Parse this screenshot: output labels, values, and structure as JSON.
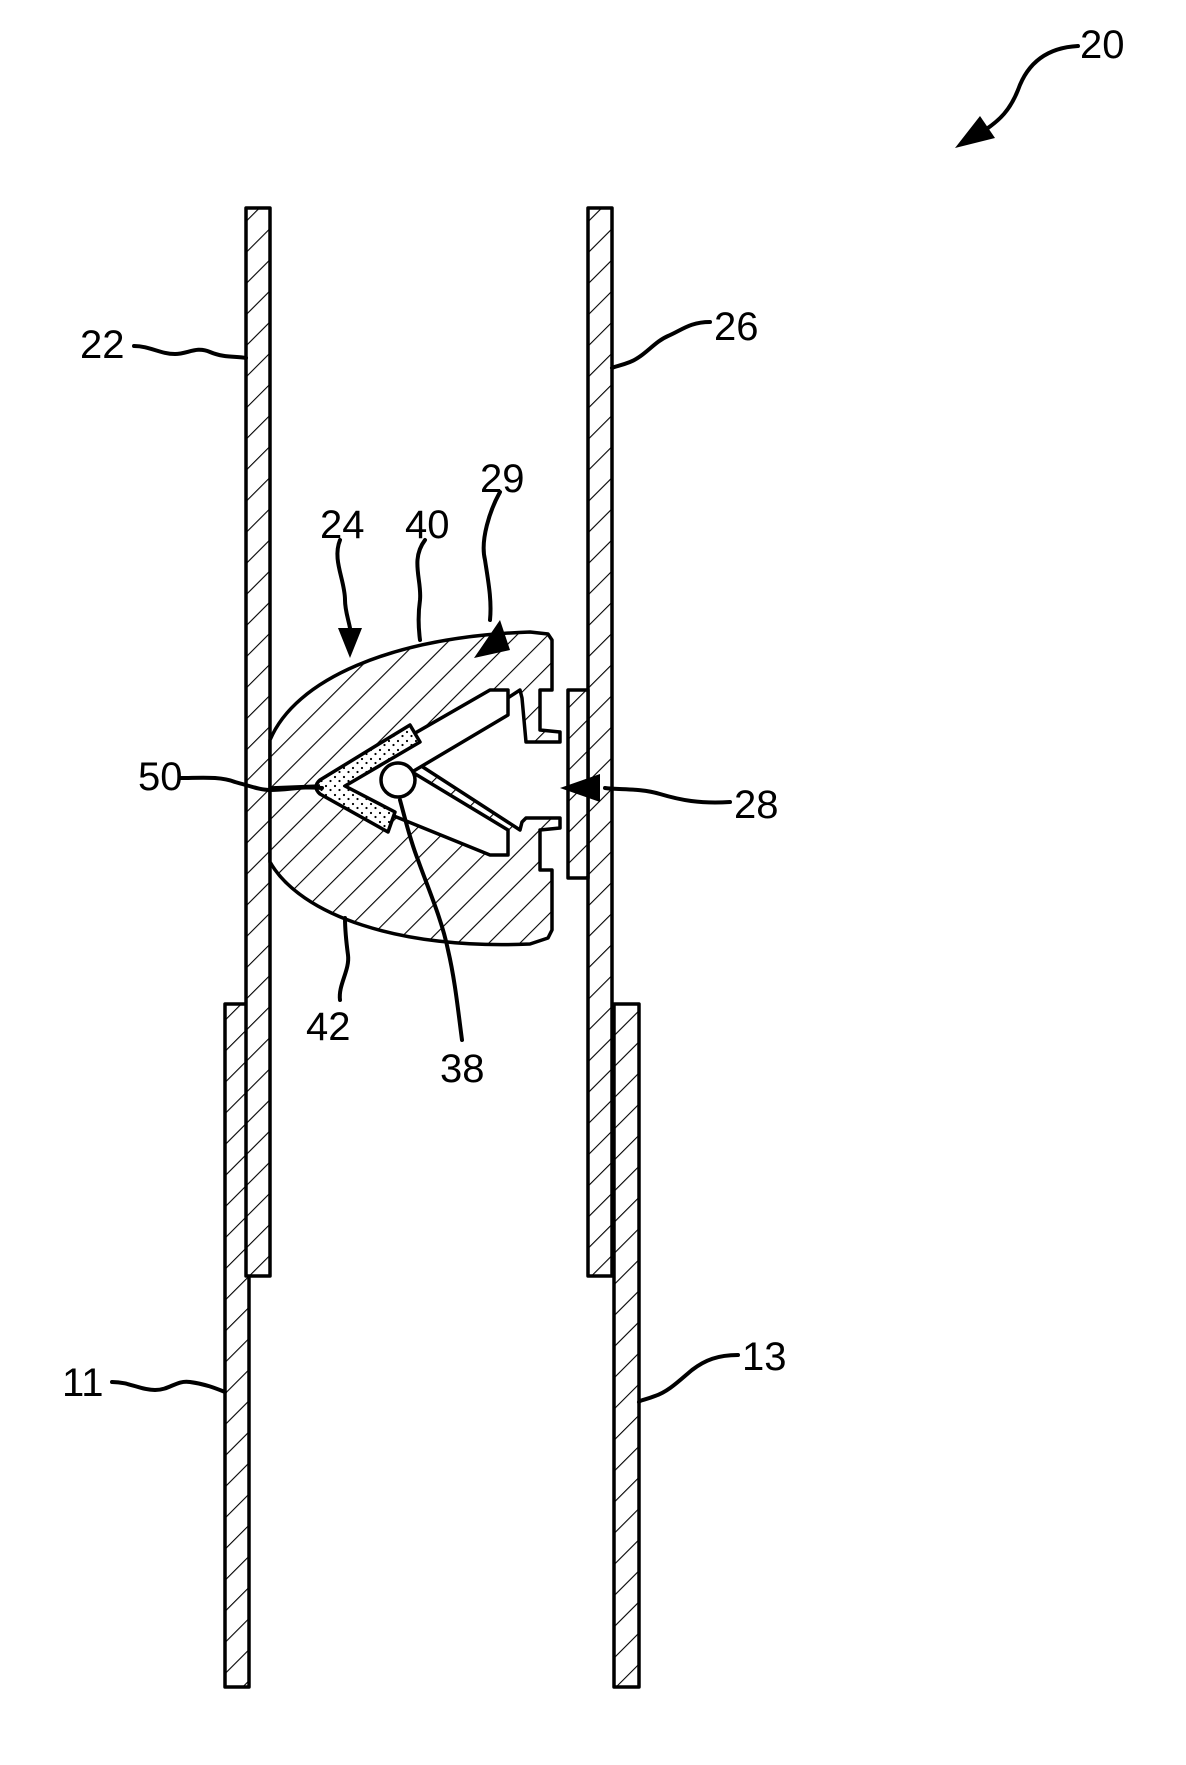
{
  "figure": {
    "reference_numerals": {
      "assembly": "20",
      "upper_left_tube": "22",
      "upper_right_tube": "26",
      "joint": "24",
      "upper_lobe": "40",
      "hook": "29",
      "adhesive": "50",
      "socket": "28",
      "lower_lobe": "42",
      "ball": "38",
      "lower_left_tube": "11",
      "lower_right_tube": "13"
    }
  },
  "colors": {
    "ink": "#000000",
    "paper": "#ffffff"
  }
}
